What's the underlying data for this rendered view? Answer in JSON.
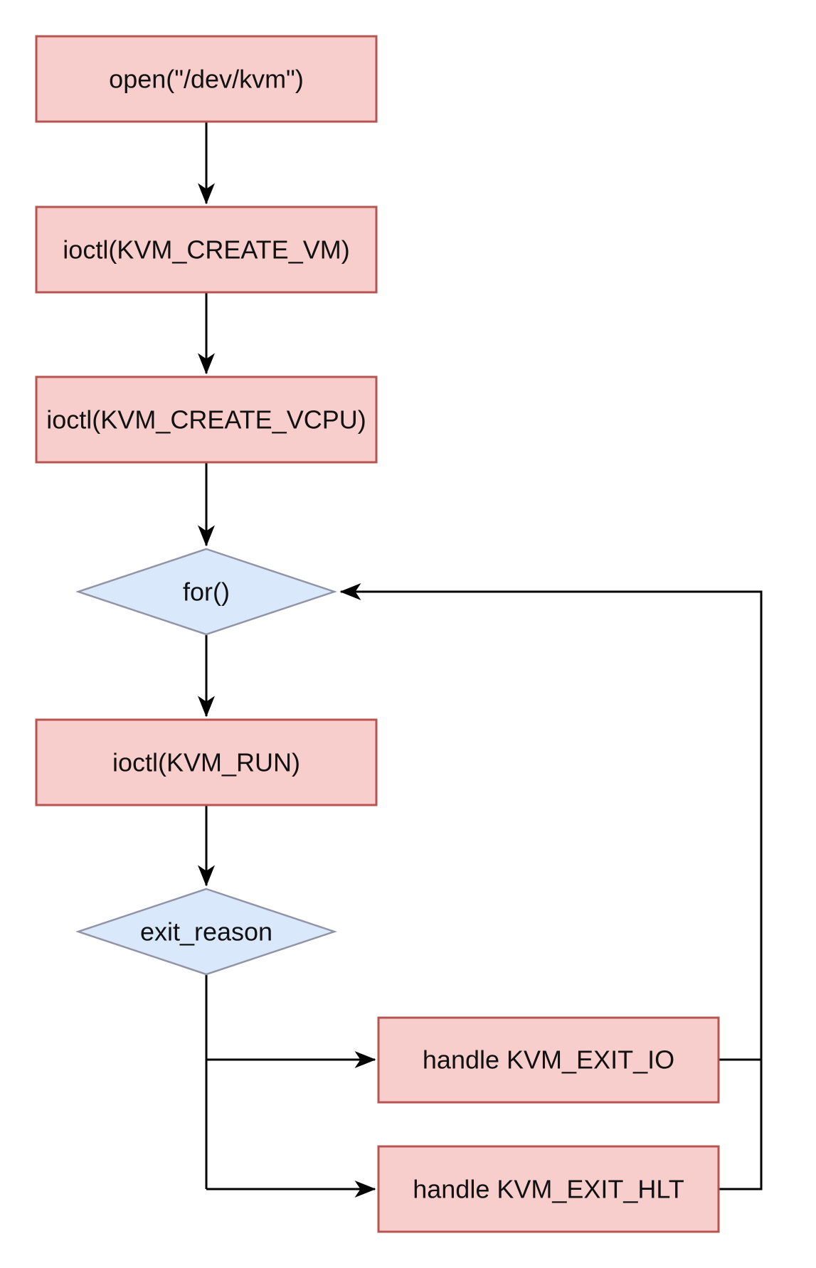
{
  "diagram": {
    "type": "flowchart",
    "nodes": {
      "open_kvm": {
        "id": "open_kvm",
        "shape": "process",
        "label": "open(\"/dev/kvm\")"
      },
      "create_vm": {
        "id": "create_vm",
        "shape": "process",
        "label": "ioctl(KVM_CREATE_VM)"
      },
      "create_vcpu": {
        "id": "create_vcpu",
        "shape": "process",
        "label": "ioctl(KVM_CREATE_VCPU)"
      },
      "for_loop": {
        "id": "for_loop",
        "shape": "decision",
        "label": "for()"
      },
      "kvm_run": {
        "id": "kvm_run",
        "shape": "process",
        "label": "ioctl(KVM_RUN)"
      },
      "exit_reason": {
        "id": "exit_reason",
        "shape": "decision",
        "label": "exit_reason"
      },
      "handle_io": {
        "id": "handle_io",
        "shape": "process",
        "label": "handle KVM_EXIT_IO"
      },
      "handle_hlt": {
        "id": "handle_hlt",
        "shape": "process",
        "label": "handle KVM_EXIT_HLT"
      }
    },
    "edges": [
      {
        "from": "open_kvm",
        "to": "create_vm"
      },
      {
        "from": "create_vm",
        "to": "create_vcpu"
      },
      {
        "from": "create_vcpu",
        "to": "for_loop"
      },
      {
        "from": "for_loop",
        "to": "kvm_run"
      },
      {
        "from": "kvm_run",
        "to": "exit_reason"
      },
      {
        "from": "exit_reason",
        "to": "handle_io"
      },
      {
        "from": "exit_reason",
        "to": "handle_hlt"
      },
      {
        "from": "handle_io",
        "to": "for_loop"
      },
      {
        "from": "handle_hlt",
        "to": "for_loop"
      }
    ],
    "colors": {
      "process_fill": "#f8cecc",
      "process_stroke": "#b85450",
      "decision_fill": "#dae8fc",
      "decision_stroke": "#9294a6",
      "edge": "#000000",
      "text": "#111111",
      "background": "#ffffff"
    }
  }
}
